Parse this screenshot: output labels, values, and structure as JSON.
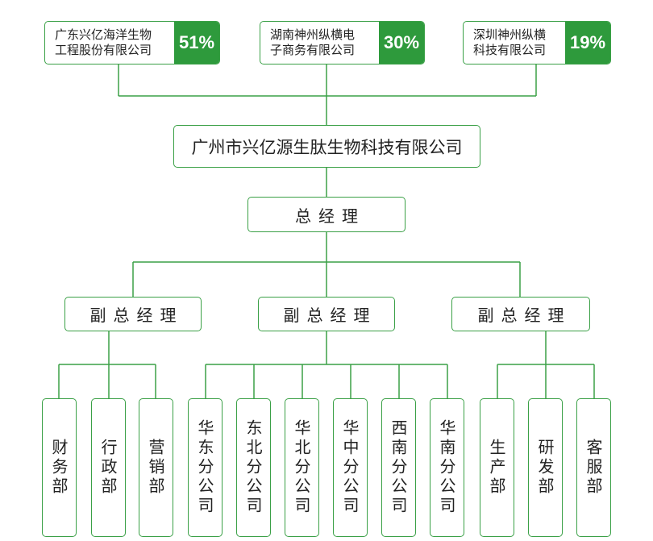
{
  "shareholders": [
    {
      "name": "广东兴亿海洋生物工程股份有限公司",
      "name_lines": [
        "广东兴亿海洋生物",
        "工程股份有限公司"
      ],
      "percent": "51%"
    },
    {
      "name": "湖南神州纵横电子商务有限公司",
      "name_lines": [
        "湖南神州纵横电",
        "子商务有限公司"
      ],
      "percent": "30%"
    },
    {
      "name": "深圳神州纵横科技有限公司",
      "name_lines": [
        "深圳神州纵横",
        "科技有限公司"
      ],
      "percent": "19%"
    }
  ],
  "company": "广州市兴亿源生肽生物科技有限公司",
  "general_manager": "总经理",
  "deputies": [
    {
      "title": "副总经理",
      "departments": [
        "财务部",
        "行政部",
        "营销部"
      ]
    },
    {
      "title": "副总经理",
      "departments": [
        "华东分公司",
        "东北分公司",
        "华北分公司",
        "华中分公司",
        "西南分公司",
        "华南分公司"
      ]
    },
    {
      "title": "副总经理",
      "departments": [
        "生产部",
        "研发部",
        "客服部"
      ]
    }
  ],
  "colors": {
    "accent": "#2e9a3c",
    "border": "#3aa046"
  }
}
